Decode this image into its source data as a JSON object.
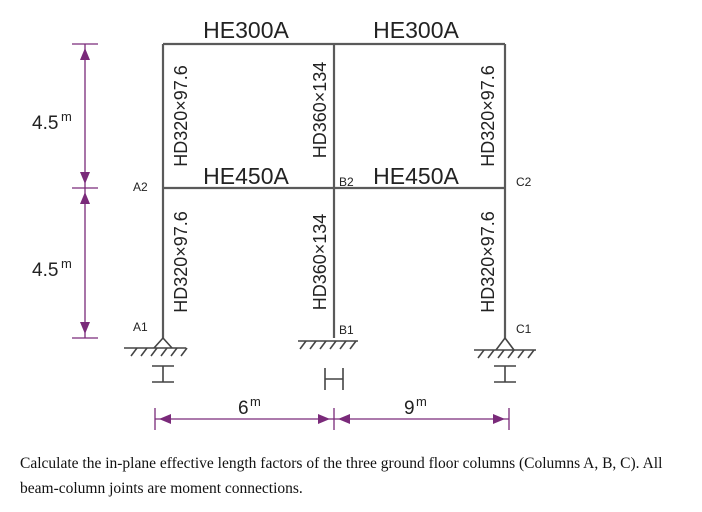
{
  "beams": {
    "roof_left": "HE300A",
    "roof_right": "HE300A",
    "floor_left": "HE450A",
    "floor_right": "HE450A"
  },
  "columns": {
    "a_upper": "HD320×97.6",
    "a_lower": "HD320×97.6",
    "b_upper": "HD360×134",
    "b_lower": "HD360×134",
    "c_upper": "HD320×97.6",
    "c_lower": "HD320×97.6"
  },
  "nodes": {
    "a2": "A2",
    "a1": "A1",
    "b2": "B2",
    "b1": "B1",
    "c2": "C2",
    "c1": "C1"
  },
  "dimensions": {
    "upper_height": {
      "value": "4.5",
      "unit": "m"
    },
    "lower_height": {
      "value": "4.5",
      "unit": "m"
    },
    "left_span": {
      "value": "6",
      "unit": "m"
    },
    "right_span": {
      "value": "9",
      "unit": "m"
    }
  },
  "question": "Calculate the in-plane effective length factors of the three ground floor columns (Columns A, B, C). All beam-column joints are moment connections.",
  "colors": {
    "member": "#5a5a5a",
    "dimension": "#7a2a7a",
    "text": "#222222"
  }
}
